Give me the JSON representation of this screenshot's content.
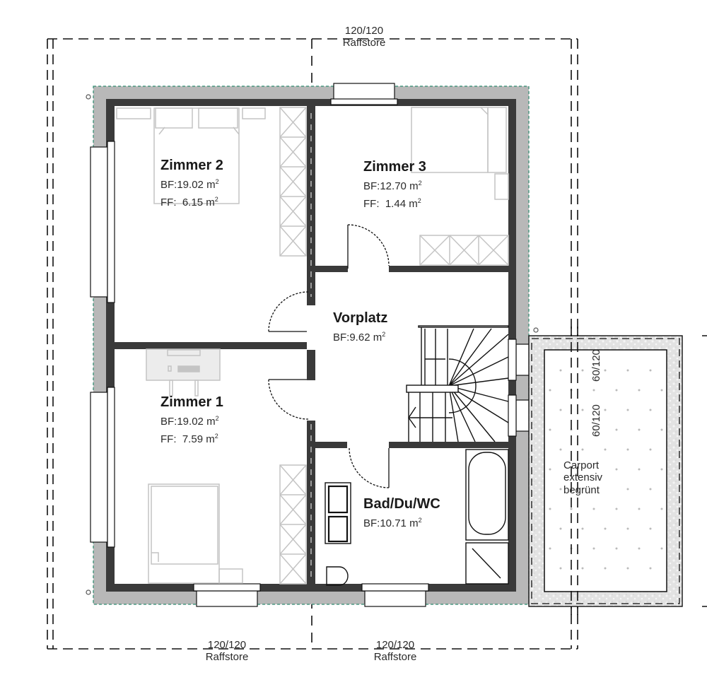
{
  "plan": {
    "type": "floor-plan",
    "colors": {
      "wall_inner": "#3a3a3a",
      "wall_outer": "#b8b8b8",
      "furniture": "#c4c4c4",
      "facade_line": "#2e8b6f",
      "gravel": "#e4e4e4"
    }
  },
  "rooms": [
    {
      "id": "zimmer-2",
      "name": "Zimmer 2",
      "bf_label": "BF:",
      "bf_value": "19.02",
      "ff_label": "FF:",
      "ff_value": "6.15",
      "unit": "m",
      "unit_exp": "2"
    },
    {
      "id": "zimmer-3",
      "name": "Zimmer 3",
      "bf_label": "BF:",
      "bf_value": "12.70",
      "ff_label": "FF:",
      "ff_value": "1.44",
      "unit": "m",
      "unit_exp": "2"
    },
    {
      "id": "vorplatz",
      "name": "Vorplatz",
      "bf_label": "BF:",
      "bf_value": "9.62",
      "unit": "m",
      "unit_exp": "2"
    },
    {
      "id": "zimmer-1",
      "name": "Zimmer 1",
      "bf_label": "BF:",
      "bf_value": "19.02",
      "ff_label": "FF:",
      "ff_value": "7.59",
      "unit": "m",
      "unit_exp": "2"
    },
    {
      "id": "bad",
      "name": "Bad/Du/WC",
      "bf_label": "BF:",
      "bf_value": "10.71",
      "unit": "m",
      "unit_exp": "2"
    }
  ],
  "windows": [
    {
      "position": "top",
      "size": "120/120",
      "type": "Raffstore"
    },
    {
      "position": "bottom-left",
      "size": "120/120",
      "type": "Raffstore"
    },
    {
      "position": "bottom-right",
      "size": "120/120",
      "type": "Raffstore"
    },
    {
      "position": "right-upper",
      "size": "60/120"
    },
    {
      "position": "right-lower",
      "size": "60/120"
    }
  ],
  "carport": {
    "line1": "Carport",
    "line2": "extensiv",
    "line3": "begrünt"
  }
}
